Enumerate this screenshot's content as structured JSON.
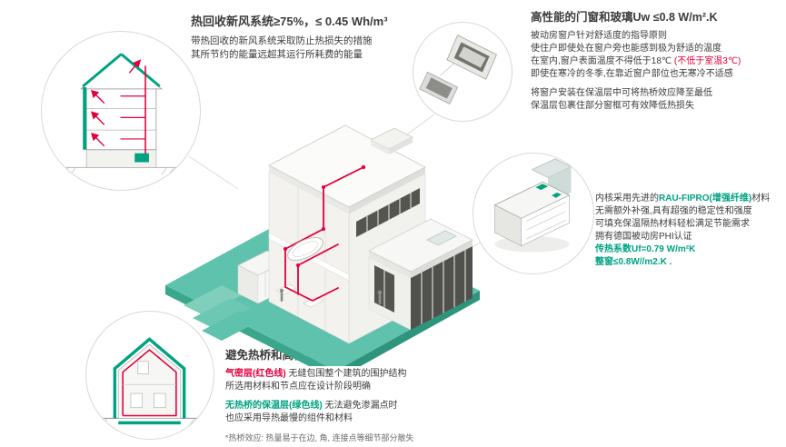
{
  "colors": {
    "teal": "#00a283",
    "red": "#e4003c",
    "text": "#3c3c3b"
  },
  "ventilation": {
    "title": "热回收新风系统≥75%，≤ 0.45 Wh/m³",
    "line1": "带热回收的新风系统采取防止热损失的措施",
    "line2": "其所节约的能量远超其运行所耗费的能量"
  },
  "windows": {
    "title": "高性能的门窗和玻璃Uw ≤0.8 W/m².K",
    "p1_l1": "被动房窗户针对舒适度的指导原则",
    "p1_l2": "使住户即使处在窗户旁也能感到极为舒适的温度",
    "p1_l3_black": "在室内,窗户表面温度不得低于18℃ ",
    "p1_l3_red": "(不低于室温3℃)",
    "p1_l4": "即使在寒冷的冬季,在靠近窗户部位也无寒冷不适感",
    "p2_l1": "将窗户安装在保温层中可将热桥效应降至最低",
    "p2_l2": "保温层包裹住部分窗框可有效降低热损失"
  },
  "profile": {
    "l1_black1": "内核采用先进的",
    "l1_green": "RAU-FIPRO(增强纤维)",
    "l1_black2": "材料",
    "l2": "无需额外补强,具有超强的稳定性和强度",
    "l3": "可填充保温隔热材料轻松满足节能需求",
    "l4": "拥有德国被动房PHI认证",
    "l5_green": "传热系数Uf=0.79 W/m²K",
    "l6_green": "整窗≤0.8W//m2.K ."
  },
  "insulation": {
    "title": "避免热桥和高保温密封性能",
    "p1_label": "气密层(红色线)",
    "p1_rest": " 无缝包围整个建筑的围护结构",
    "p1_l2": "所选用材料和节点应在设计阶段明确",
    "p2_label": "无热桥的保温层(绿色线)",
    "p2_rest": " 无法避免渗漏点时",
    "p2_l2": "也应采用导热最慢的组件和材料",
    "footnote": "*热桥效应: 热量易于在边, 角, 连接点等细节部分散失"
  }
}
